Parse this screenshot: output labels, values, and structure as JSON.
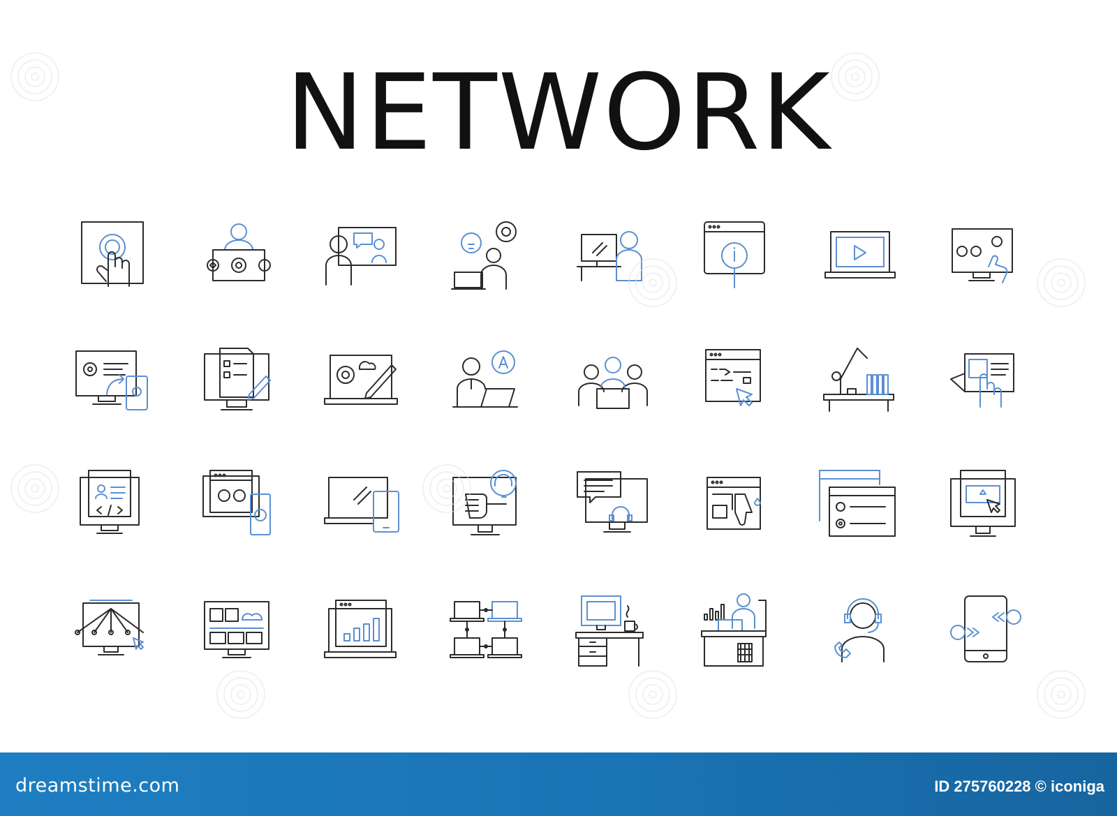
{
  "title": "NETWORK",
  "colors": {
    "stroke": "#2b2b2b",
    "accent": "#5b8fd0",
    "footer": "#1b76b9",
    "footer_text": "#ffffff"
  },
  "icons": [
    [
      "touch-screen-icon",
      "engineer-settings-icon",
      "video-call-icon",
      "support-agent-ideas-icon",
      "workstation-user-icon",
      "info-window-icon",
      "laptop-video-icon",
      "payment-monitor-touch-icon"
    ],
    [
      "email-transfer-icon",
      "checklist-monitor-icon",
      "laptop-design-icon",
      "translator-agent-icon",
      "team-laptop-icon",
      "code-window-cursor-icon",
      "desk-lamp-icon",
      "tablet-touch-icon"
    ],
    [
      "code-profile-monitor-icon",
      "payment-devices-icon",
      "laptop-tablet-icon",
      "fist-support-icon",
      "chat-support-monitor-icon",
      "dislike-window-icon",
      "browser-windows-icon",
      "monitor-presentation-cursor-icon"
    ],
    [
      "network-monitor-cursor-icon",
      "cloud-dashboard-icon",
      "analytics-laptop-icon",
      "connected-laptops-icon",
      "office-desk-computer-icon",
      "reception-desk-icon",
      "call-center-agent-icon",
      "mobile-money-transfer-icon"
    ]
  ],
  "footer": {
    "logo": "dreamstime.com",
    "id_text": "ID 275760228 © iconiga"
  }
}
